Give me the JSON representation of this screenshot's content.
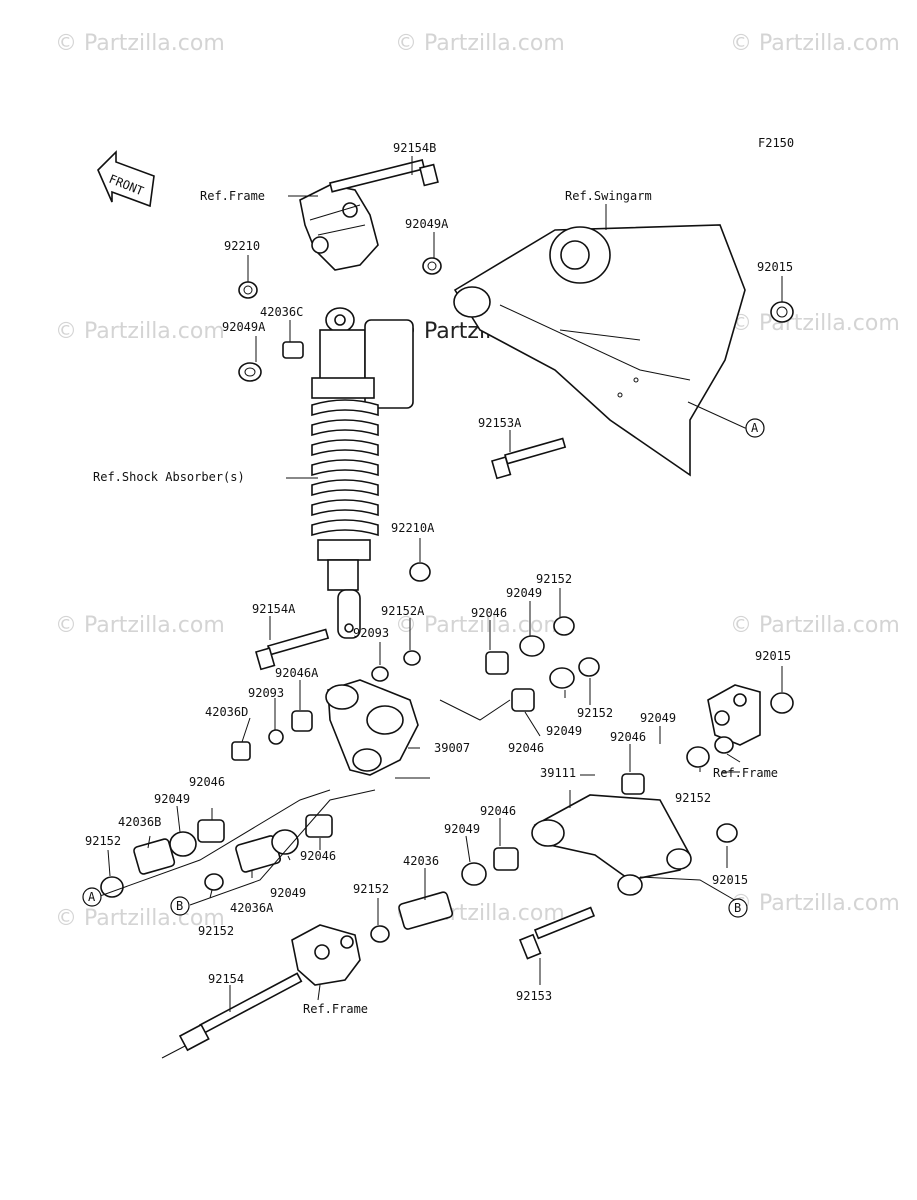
{
  "figure_code": "F2150",
  "front_label": "FRONT",
  "watermark": {
    "text": "© Partzilla.com",
    "center_text": "© Partzilla.com"
  },
  "references": {
    "frame_top": "Ref.Frame",
    "swingarm": "Ref.Swingarm",
    "shock": "Ref.Shock Absorber(s)",
    "frame_right": "Ref.Frame",
    "frame_bottom": "Ref.Frame"
  },
  "callouts": {
    "A": "A",
    "B": "B"
  },
  "parts": {
    "p92154B": "92154B",
    "p92049A_top": "92049A",
    "p92210": "92210",
    "p42036C": "42036C",
    "p92049A_left": "92049A",
    "p92015_top": "92015",
    "p92153A": "92153A",
    "p92210A": "92210A",
    "p92152_top": "92152",
    "p92049_top": "92049",
    "p92154A": "92154A",
    "p92152A": "92152A",
    "p92093_top": "92093",
    "p92046_top": "92046",
    "p92046A": "92046A",
    "p92015_right": "92015",
    "p92093_left": "92093",
    "p42036D": "42036D",
    "p92152_mid": "92152",
    "p92049_mid": "92049",
    "p92046_mid": "92046",
    "p39007": "39007",
    "p92049_r": "92049",
    "p92046_r": "92046",
    "p92152_r": "92152",
    "p92046_left": "92046",
    "p92049_left": "92049",
    "p39111": "39111",
    "p42036B": "42036B",
    "p92152_left": "92152",
    "p92046_c": "92046",
    "p92049_c": "92049",
    "p92046_lower": "92046",
    "p92049_lower": "92049",
    "p42036": "42036",
    "p92015_lower": "92015",
    "p42036A": "42036A",
    "p92152_c": "92152",
    "p92152_bl": "92152",
    "p92154": "92154",
    "p92153": "92153"
  }
}
